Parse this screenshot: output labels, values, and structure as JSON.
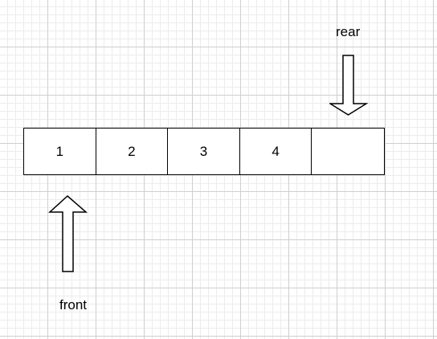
{
  "diagram": {
    "queue_cells": [
      "1",
      "2",
      "3",
      "4",
      ""
    ],
    "rear_label": "rear",
    "front_label": "front"
  }
}
